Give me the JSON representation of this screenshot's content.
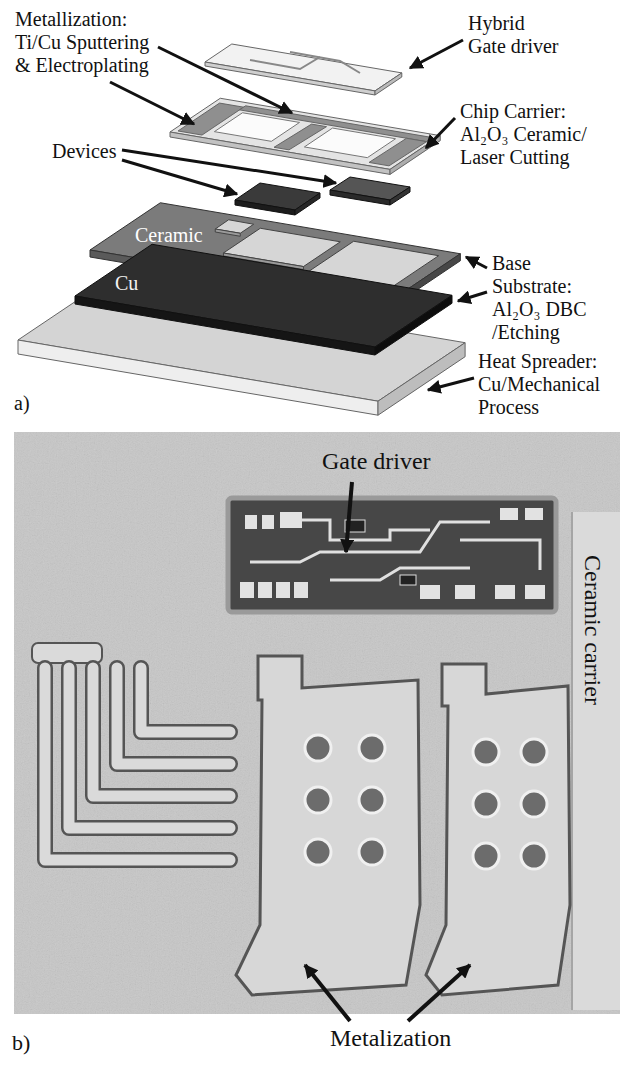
{
  "diagram": {
    "nodes": [
      {
        "text": [
          "Ceramic"
        ]
      },
      {
        "text": [
          "Cu"
        ]
      }
    ],
    "labels": [
      "Metallization: Ti/Cu Sputtering & Electroplating",
      "Hybrid Gate driver",
      "Chip Carrier: Al₂O₃ Ceramic/ Laser Cutting",
      "Devices",
      "Base Substrate: Al₂O₃ DBC /Etching",
      "Heat Spreader: Cu/Mechanical Process",
      "a)",
      "Gate driver",
      "Ceramic carrier",
      "Metalization",
      "b)"
    ]
  }
}
